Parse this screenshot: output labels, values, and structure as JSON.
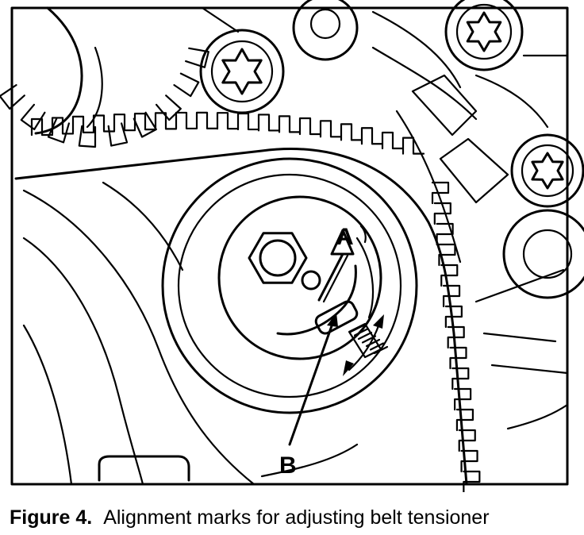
{
  "diagram": {
    "labels": {
      "a": "A",
      "b": "B"
    }
  },
  "caption": {
    "figure_number": "Figure 4.",
    "text": "Alignment marks for adjusting belt tensioner"
  }
}
